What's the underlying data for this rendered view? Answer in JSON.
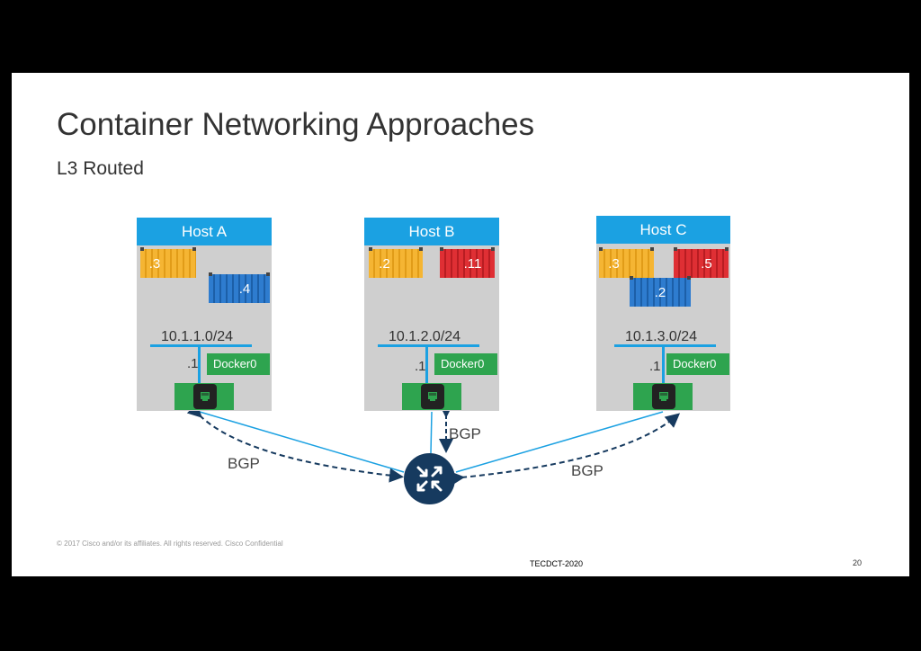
{
  "title": "Container Networking Approaches",
  "subtitle": "L3 Routed",
  "hosts": [
    {
      "name": "Host A",
      "subnet": "10.1.1.0/24",
      "gateway": ".1",
      "bridge": "Docker0",
      "containers": [
        {
          "label": ".3",
          "color": "yellow"
        },
        {
          "label": ".4",
          "color": "blue"
        }
      ]
    },
    {
      "name": "Host B",
      "subnet": "10.1.2.0/24",
      "gateway": ".1",
      "bridge": "Docker0",
      "containers": [
        {
          "label": ".2",
          "color": "yellow"
        },
        {
          "label": ".11",
          "color": "red"
        }
      ]
    },
    {
      "name": "Host C",
      "subnet": "10.1.3.0/24",
      "gateway": ".1",
      "bridge": "Docker0",
      "containers": [
        {
          "label": ".3",
          "color": "yellow"
        },
        {
          "label": ".5",
          "color": "red"
        },
        {
          "label": ".2",
          "color": "blue"
        }
      ]
    }
  ],
  "bgp_labels": [
    "BGP",
    "BGP",
    "BGP"
  ],
  "icons": {
    "nic": "ethernet-port-icon",
    "router": "router-icon"
  },
  "colors": {
    "host_header": "#1ba1e2",
    "docker": "#2ea44f",
    "router": "#163a5f"
  },
  "footer": {
    "copyright": "© 2017  Cisco and/or its affiliates. All rights reserved.   Cisco Confidential",
    "session": "TECDCT-2020",
    "page": "20"
  }
}
